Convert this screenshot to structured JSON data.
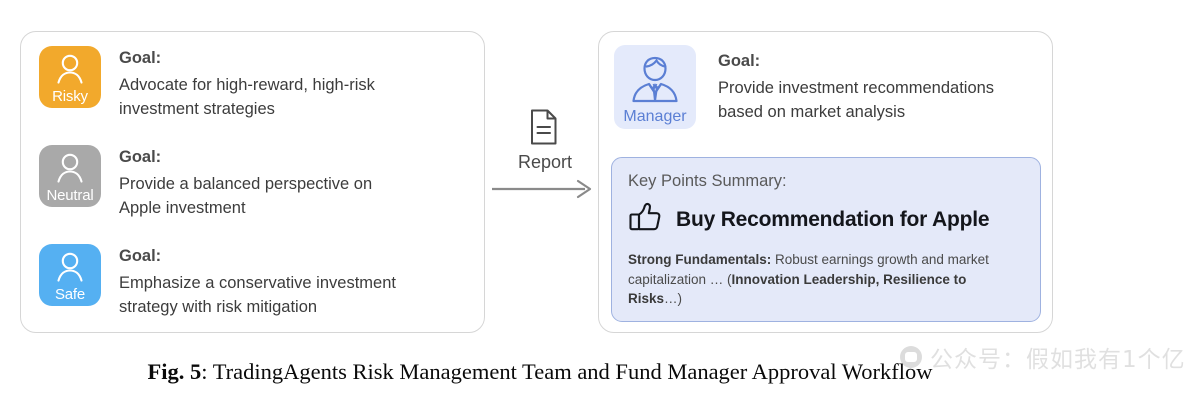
{
  "figure": {
    "caption_prefix": "Fig. 5",
    "caption_separator": ": ",
    "caption_text": "TradingAgents Risk Management Team and Fund Manager Approval Workflow"
  },
  "colors": {
    "risky": "#f2a92c",
    "neutral": "#a9a9a9",
    "safe": "#55b0f2",
    "manager_tile": "#e4eafb",
    "manager_accent": "#5b7fd4",
    "summary_bg": "#e4e9f9",
    "summary_border": "#9fb2e0",
    "panel_border": "#d6d6d6"
  },
  "risk_team": {
    "agents": [
      {
        "name": "Risky",
        "icon": "person-icon",
        "goal_label": "Goal:",
        "goal_text": "Advocate for high-reward, high-risk\ninvestment strategies",
        "color": "#f2a92c"
      },
      {
        "name": "Neutral",
        "icon": "person-icon",
        "goal_label": "Goal:",
        "goal_text": "Provide a balanced perspective on\nApple investment",
        "color": "#a9a9a9"
      },
      {
        "name": "Safe",
        "icon": "person-icon",
        "goal_label": "Goal:",
        "goal_text": "Emphasize a conservative investment\nstrategy with risk mitigation",
        "color": "#55b0f2"
      }
    ]
  },
  "flow": {
    "label": "Report",
    "doc_icon": "document-icon",
    "arrow_icon": "arrow-right-icon"
  },
  "manager": {
    "name": "Manager",
    "icon": "manager-person-icon",
    "goal_label": "Goal:",
    "goal_text": "Provide investment recommendations\nbased on market analysis",
    "summary": {
      "title": "Key Points Summary:",
      "thumb_icon": "thumbs-up-icon",
      "recommendation": "Buy Recommendation for Apple",
      "detail_bold_1": "Strong Fundamentals:",
      "detail_plain_1": " Robust earnings growth and market capitalization … (",
      "detail_bold_2": "Innovation Leadership, Resilience to Risks",
      "detail_plain_2": "…)"
    }
  },
  "watermark": {
    "icon": "wechat-logo-icon",
    "text": "公众号：假如我有1个亿"
  }
}
